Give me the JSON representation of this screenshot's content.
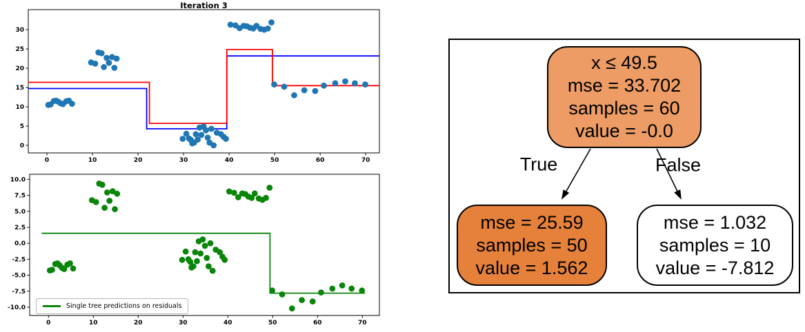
{
  "chart_data": [
    {
      "type": "scatter",
      "title": "Iteration 3",
      "xlim": [
        -4.1,
        73.0
      ],
      "ylim": [
        -1.96,
        35.2
      ],
      "xticks": {
        "values": [
          0,
          10,
          20,
          30,
          40,
          50,
          60,
          70
        ],
        "labels": [
          "0",
          "10",
          "20",
          "30",
          "40",
          "50",
          "60",
          "70"
        ]
      },
      "yticks": {
        "values": [
          0,
          5,
          10,
          15,
          20,
          25,
          30
        ],
        "labels": [
          "0",
          "5",
          "10",
          "15",
          "20",
          "25",
          "30"
        ]
      },
      "scatter": {
        "color": "#1f77b4",
        "points": [
          [
            0.3,
            10.5
          ],
          [
            0.8,
            10.6
          ],
          [
            1.5,
            11.5
          ],
          [
            2.0,
            11.6
          ],
          [
            2.5,
            11.3
          ],
          [
            3.0,
            10.9
          ],
          [
            3.5,
            10.7
          ],
          [
            4.2,
            11.4
          ],
          [
            4.8,
            11.6
          ],
          [
            5.5,
            10.8
          ],
          [
            9.7,
            21.5
          ],
          [
            10.6,
            21.2
          ],
          [
            11.3,
            24.1
          ],
          [
            12.0,
            23.9
          ],
          [
            12.5,
            20.3
          ],
          [
            13.1,
            22.7
          ],
          [
            13.6,
            21.4
          ],
          [
            14.3,
            22.9
          ],
          [
            14.8,
            20.1
          ],
          [
            15.3,
            22.5
          ],
          [
            29.8,
            1.7
          ],
          [
            30.6,
            3.0
          ],
          [
            31.2,
            1.8
          ],
          [
            31.6,
            1.4
          ],
          [
            31.9,
            0.5
          ],
          [
            32.3,
            0.7
          ],
          [
            32.7,
            2.9
          ],
          [
            33.1,
            1.5
          ],
          [
            33.5,
            4.6
          ],
          [
            33.9,
            2.7
          ],
          [
            34.4,
            4.9
          ],
          [
            34.9,
            3.9
          ],
          [
            35.3,
            2.0
          ],
          [
            35.7,
            0.7
          ],
          [
            36.1,
            4.3
          ],
          [
            36.6,
            0.0
          ],
          [
            37.3,
            3.3
          ],
          [
            38.2,
            2.9
          ],
          [
            38.8,
            2.2
          ],
          [
            39.3,
            1.7
          ],
          [
            40.3,
            31.3
          ],
          [
            41.4,
            31.1
          ],
          [
            42.3,
            30.4
          ],
          [
            43.2,
            31.0
          ],
          [
            43.9,
            30.9
          ],
          [
            44.6,
            30.5
          ],
          [
            45.3,
            30.3
          ],
          [
            46.0,
            31.0
          ],
          [
            46.9,
            30.2
          ],
          [
            47.7,
            30.0
          ],
          [
            48.5,
            30.3
          ],
          [
            49.3,
            31.9
          ],
          [
            49.9,
            15.8
          ],
          [
            52.1,
            15.2
          ],
          [
            54.3,
            13.0
          ],
          [
            56.5,
            14.3
          ],
          [
            58.9,
            14.1
          ],
          [
            60.8,
            15.5
          ],
          [
            63.3,
            16.1
          ],
          [
            65.5,
            16.6
          ],
          [
            67.6,
            16.1
          ],
          [
            69.9,
            15.8
          ]
        ]
      },
      "lines": [
        {
          "color": "#0000ff",
          "points": [
            [
              -4.1,
              14.75
            ],
            [
              21.9,
              14.75
            ],
            [
              21.9,
              4.3
            ],
            [
              39.5,
              4.3
            ],
            [
              39.5,
              23.2
            ],
            [
              73.0,
              23.2
            ]
          ]
        },
        {
          "color": "#ff0000",
          "points": [
            [
              -4.1,
              16.35
            ],
            [
              22.5,
              16.35
            ],
            [
              22.5,
              5.7
            ],
            [
              39.5,
              5.7
            ],
            [
              39.5,
              24.85
            ],
            [
              49.5,
              24.85
            ],
            [
              49.5,
              15.5
            ],
            [
              73.0,
              15.5
            ]
          ]
        }
      ]
    },
    {
      "type": "scatter",
      "xlim": [
        -4.2,
        73.8
      ],
      "ylim": [
        -11.3,
        10.8
      ],
      "xticks": {
        "values": [
          0,
          10,
          20,
          30,
          40,
          50,
          60,
          70
        ],
        "labels": [
          "0",
          "10",
          "20",
          "30",
          "40",
          "50",
          "60",
          "70"
        ]
      },
      "yticks": {
        "values": [
          10,
          7.5,
          5,
          2.5,
          0,
          -2.5,
          -5,
          -7.5,
          -10
        ],
        "labels": [
          "10.0",
          "7.5",
          "5.0",
          "2.5",
          "0.0",
          "-2.5",
          "-5.0",
          "-7.5",
          "-10.0"
        ]
      },
      "scatter": {
        "color": "#098509",
        "points": [
          [
            0.3,
            -4.25
          ],
          [
            0.8,
            -4.15
          ],
          [
            1.5,
            -3.25
          ],
          [
            2.0,
            -3.15
          ],
          [
            2.5,
            -3.45
          ],
          [
            3.0,
            -3.85
          ],
          [
            3.5,
            -4.05
          ],
          [
            4.2,
            -3.35
          ],
          [
            4.8,
            -3.15
          ],
          [
            5.5,
            -3.95
          ],
          [
            9.7,
            6.75
          ],
          [
            10.6,
            6.45
          ],
          [
            11.3,
            9.35
          ],
          [
            12.0,
            9.15
          ],
          [
            12.5,
            5.55
          ],
          [
            13.1,
            7.95
          ],
          [
            13.6,
            6.65
          ],
          [
            14.3,
            8.15
          ],
          [
            14.8,
            5.35
          ],
          [
            15.3,
            7.75
          ],
          [
            29.8,
            -2.6
          ],
          [
            30.6,
            -1.3
          ],
          [
            31.2,
            -2.5
          ],
          [
            31.6,
            -2.9
          ],
          [
            31.9,
            -3.8
          ],
          [
            32.3,
            -3.6
          ],
          [
            32.7,
            -1.4
          ],
          [
            33.1,
            -2.8
          ],
          [
            33.5,
            0.3
          ],
          [
            33.9,
            -1.6
          ],
          [
            34.4,
            0.6
          ],
          [
            34.9,
            -0.4
          ],
          [
            35.3,
            -2.3
          ],
          [
            35.7,
            -3.6
          ],
          [
            36.1,
            0.0
          ],
          [
            36.6,
            -4.3
          ],
          [
            37.3,
            -1.0
          ],
          [
            38.2,
            -1.4
          ],
          [
            38.8,
            -2.1
          ],
          [
            39.3,
            -2.6
          ],
          [
            40.3,
            8.1
          ],
          [
            41.4,
            7.9
          ],
          [
            42.3,
            7.2
          ],
          [
            43.2,
            7.8
          ],
          [
            43.9,
            7.7
          ],
          [
            44.6,
            7.3
          ],
          [
            45.3,
            7.1
          ],
          [
            46.0,
            7.8
          ],
          [
            46.9,
            7.0
          ],
          [
            47.7,
            6.8
          ],
          [
            48.5,
            7.1
          ],
          [
            49.3,
            8.7
          ],
          [
            49.9,
            -7.4
          ],
          [
            52.1,
            -8.0
          ],
          [
            54.3,
            -10.2
          ],
          [
            56.5,
            -8.9
          ],
          [
            58.9,
            -9.1
          ],
          [
            60.8,
            -7.7
          ],
          [
            63.3,
            -7.1
          ],
          [
            65.5,
            -6.6
          ],
          [
            67.6,
            -7.1
          ],
          [
            69.9,
            -7.4
          ]
        ]
      },
      "lines": [
        {
          "color": "#098509",
          "points": [
            [
              -1.5,
              1.562
            ],
            [
              49.4,
              1.562
            ],
            [
              49.4,
              -7.812
            ],
            [
              70.6,
              -7.812
            ]
          ]
        }
      ],
      "legend": {
        "label": "Single tree predictions on residuals",
        "line_color": "#098509"
      }
    }
  ],
  "tree": {
    "nodes": [
      {
        "lines": [
          "x ≤ 49.5",
          "mse = 33.702",
          "samples = 60",
          "value = -0.0"
        ],
        "fill": "#ec9c64"
      },
      {
        "lines": [
          "mse = 25.59",
          "samples = 50",
          "value = 1.562"
        ],
        "fill": "#e5813a"
      },
      {
        "lines": [
          "mse = 1.032",
          "samples = 10",
          "value = -7.812"
        ],
        "fill": "#ffffff"
      }
    ],
    "edges": [
      {
        "label": "True"
      },
      {
        "label": "False"
      }
    ]
  },
  "colors": {
    "scatter_blue": "#1f77b4",
    "line_blue": "#0000ff",
    "line_red": "#ff0000",
    "green": "#098509",
    "node_orange_root": "#ec9c64",
    "node_orange_left": "#e5813a",
    "node_white": "#ffffff"
  }
}
